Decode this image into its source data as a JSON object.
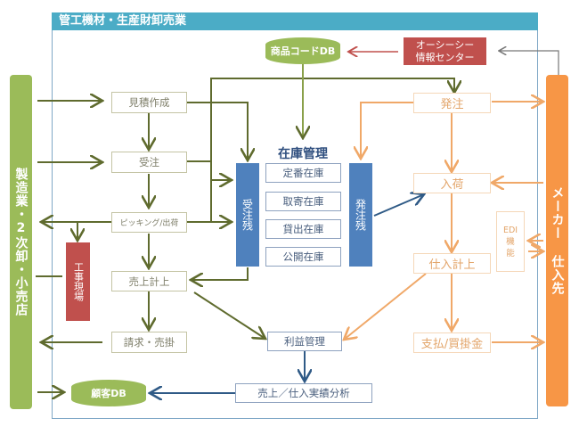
{
  "title": "管工機材・生産財卸売業",
  "left_party": "製造業・2次卸・小売店",
  "right_party": "メーカー 仕入先",
  "external": {
    "oc_center": "オーシーシー\n情報センター",
    "construction_site": "工事現場",
    "product_code_db": "商品コードDB",
    "customer_db": "顧客DB"
  },
  "sales_flow": {
    "estimate": "見積作成",
    "order_received": "受注",
    "picking": "ピッキング/出荷",
    "sales_posting": "売上計上",
    "billing": "請求・売掛"
  },
  "inventory": {
    "heading": "在庫管理",
    "backlog_received": "受注残",
    "backlog_ordered": "発注残",
    "items": [
      "定番在庫",
      "取寄在庫",
      "貸出在庫",
      "公開在庫"
    ]
  },
  "purchase_flow": {
    "order_placed": "発注",
    "arrival": "入荷",
    "purchase_posting": "仕入計上",
    "payment": "支払/買掛金",
    "edi": "EDI\n機\n能"
  },
  "analysis": {
    "profit": "利益管理",
    "performance": "売上／仕入実績分析"
  },
  "colors": {
    "header": "#4bacc6",
    "sales": "#5f6b2e",
    "purchase": "#f0a868",
    "inventory": "#4f81bd",
    "external": "#c0504d",
    "db": "#9bbb59",
    "maker": "#f79646"
  }
}
